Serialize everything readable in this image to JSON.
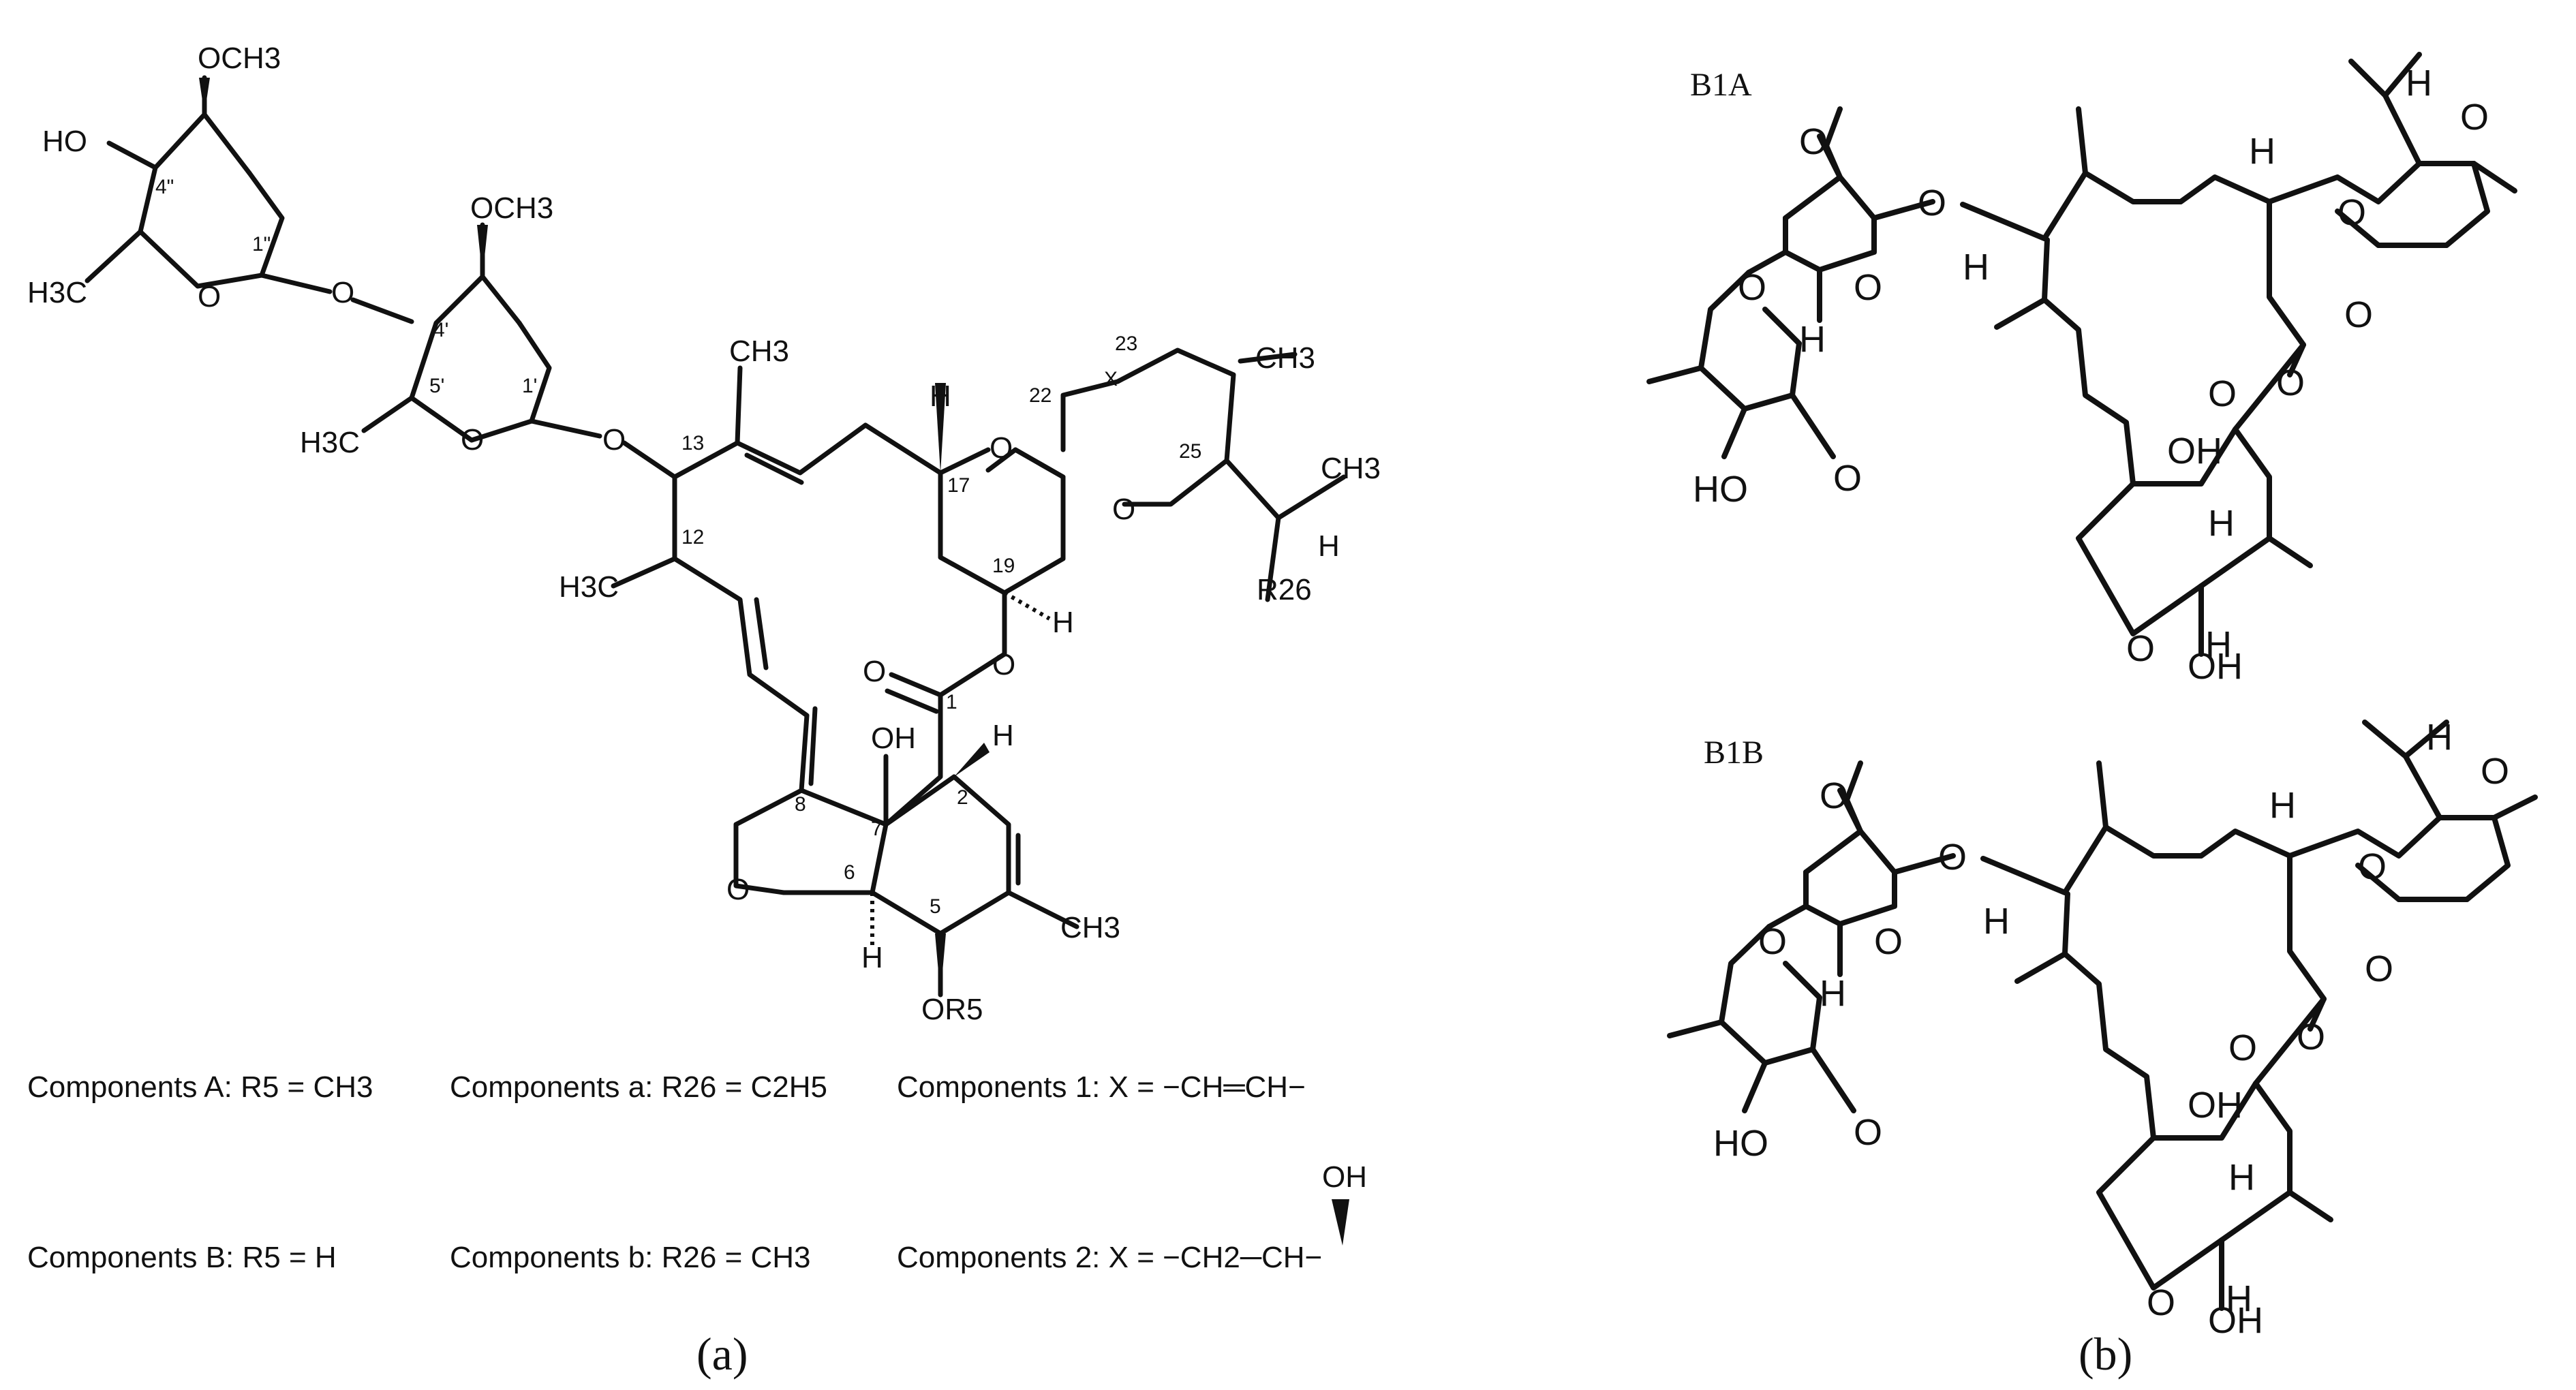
{
  "panel_a": {
    "label": "(a)",
    "atoms": {
      "och3_top": "OCH3",
      "ho": "HO",
      "h3c_1": "H3C",
      "o_ring1": "O",
      "o_link1": "O",
      "och3_mid": "OCH3",
      "h3c_2": "H3C",
      "o_ring2": "O",
      "o_link2": "O",
      "ch3_top": "CH3",
      "h_17": "H",
      "o_spiro1": "O",
      "o_spiro2": "O",
      "ch3_23": "CH3",
      "x": "X",
      "ch3_25": "CH3",
      "h_26": "H",
      "r26": "R26",
      "h3c_12": "H3C",
      "h_19": "H",
      "o_ester": "O",
      "o_carbonyl": "O",
      "oh_7": "OH",
      "h_2": "H",
      "o_furan": "O",
      "ch3_4": "CH3",
      "h_6": "H",
      "or5": "OR5"
    },
    "numbers": {
      "n4pp": "4\"",
      "n1pp": "1\"",
      "n4p": "4'",
      "n5p": "5'",
      "n1p": "1'",
      "n13": "13",
      "n12": "12",
      "n17": "17",
      "n22": "22",
      "n23": "23",
      "n25": "25",
      "n19": "19",
      "n1": "1",
      "n2": "2",
      "n7": "7",
      "n8": "8",
      "n6": "6",
      "n5": "5"
    },
    "components": {
      "a_upper": "Components A: R5 = CH3",
      "a_lower": "Components a: R26 = C2H5",
      "one": "Components 1: X = −CH═CH−",
      "b_upper": "Components B: R5 = H",
      "b_lower": "Components b: R26 = CH3",
      "two": "Components 2: X = −CH2─CH−",
      "two_oh": "OH"
    }
  },
  "panel_b": {
    "label": "(b)",
    "structures": [
      {
        "name": "B1A",
        "atoms": {
          "o1": "O",
          "o2": "O",
          "o3": "O",
          "h1": "H",
          "h2": "H",
          "o4": "O",
          "ho": "HO",
          "o5": "O",
          "h3": "H",
          "o6": "O",
          "h4": "H",
          "o7": "O",
          "o8": "O",
          "oh1": "OH",
          "o9": "O",
          "h5": "H",
          "o10": "O",
          "h6": "H",
          "oh2": "OH",
          "o11": "O"
        }
      },
      {
        "name": "B1B",
        "atoms": {
          "o1": "O",
          "o2": "O",
          "o3": "O",
          "h1": "H",
          "h2": "H",
          "o4": "O",
          "ho": "HO",
          "o5": "O",
          "h3": "H",
          "o6": "O",
          "h4": "H",
          "o7": "O",
          "o8": "O",
          "oh1": "OH",
          "o9": "O",
          "h5": "H",
          "o10": "O",
          "h6": "H",
          "oh2": "OH",
          "o11": "O"
        }
      }
    ]
  }
}
